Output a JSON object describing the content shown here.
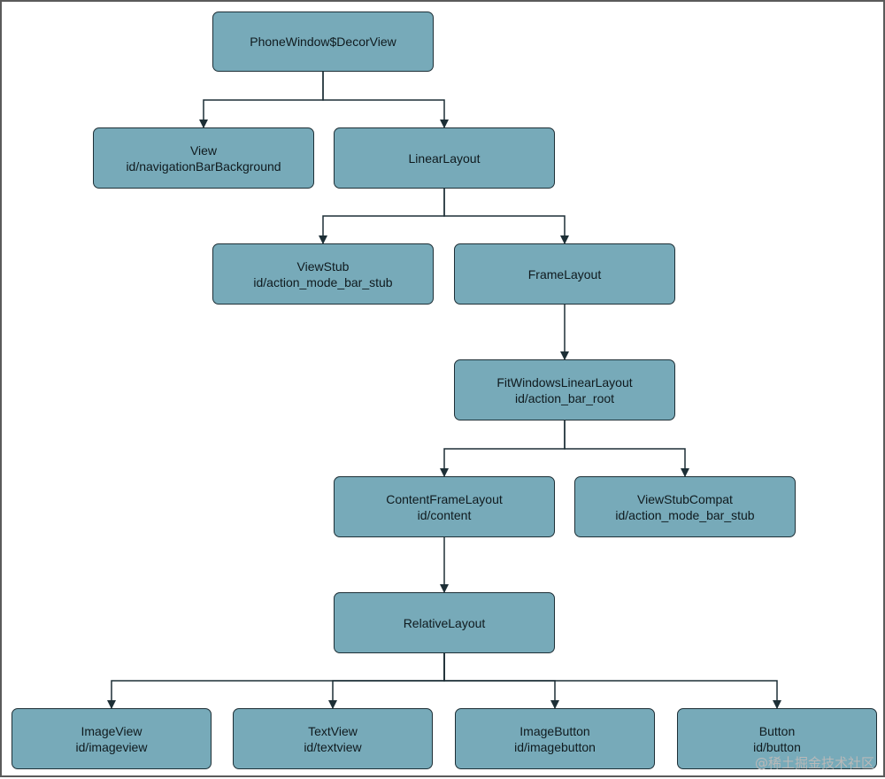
{
  "nodes": {
    "decorview": {
      "title": "PhoneWindow$DecorView",
      "id": ""
    },
    "view": {
      "title": "View",
      "id": "id/navigationBarBackground"
    },
    "linearlayout": {
      "title": "LinearLayout",
      "id": ""
    },
    "viewstub": {
      "title": "ViewStub",
      "id": "id/action_mode_bar_stub"
    },
    "framelayout": {
      "title": "FrameLayout",
      "id": ""
    },
    "fitwindows": {
      "title": "FitWindowsLinearLayout",
      "id": "id/action_bar_root"
    },
    "contentframe": {
      "title": "ContentFrameLayout",
      "id": "id/content"
    },
    "viewstubcompat": {
      "title": "ViewStubCompat",
      "id": "id/action_mode_bar_stub"
    },
    "relativelayout": {
      "title": "RelativeLayout",
      "id": ""
    },
    "imageview": {
      "title": "ImageView",
      "id": "id/imageview"
    },
    "textview": {
      "title": "TextView",
      "id": "id/textview"
    },
    "imagebutton": {
      "title": "ImageButton",
      "id": "id/imagebutton"
    },
    "button": {
      "title": "Button",
      "id": "id/button"
    }
  },
  "edges": [
    [
      "decorview",
      "view"
    ],
    [
      "decorview",
      "linearlayout"
    ],
    [
      "linearlayout",
      "viewstub"
    ],
    [
      "linearlayout",
      "framelayout"
    ],
    [
      "framelayout",
      "fitwindows"
    ],
    [
      "fitwindows",
      "contentframe"
    ],
    [
      "fitwindows",
      "viewstubcompat"
    ],
    [
      "contentframe",
      "relativelayout"
    ],
    [
      "relativelayout",
      "imageview"
    ],
    [
      "relativelayout",
      "textview"
    ],
    [
      "relativelayout",
      "imagebutton"
    ],
    [
      "relativelayout",
      "button"
    ]
  ],
  "watermark": "@稀土掘金技术社区",
  "colors": {
    "node_fill": "#77aab9",
    "node_border": "#1d2f36",
    "line": "#1d2f36"
  }
}
